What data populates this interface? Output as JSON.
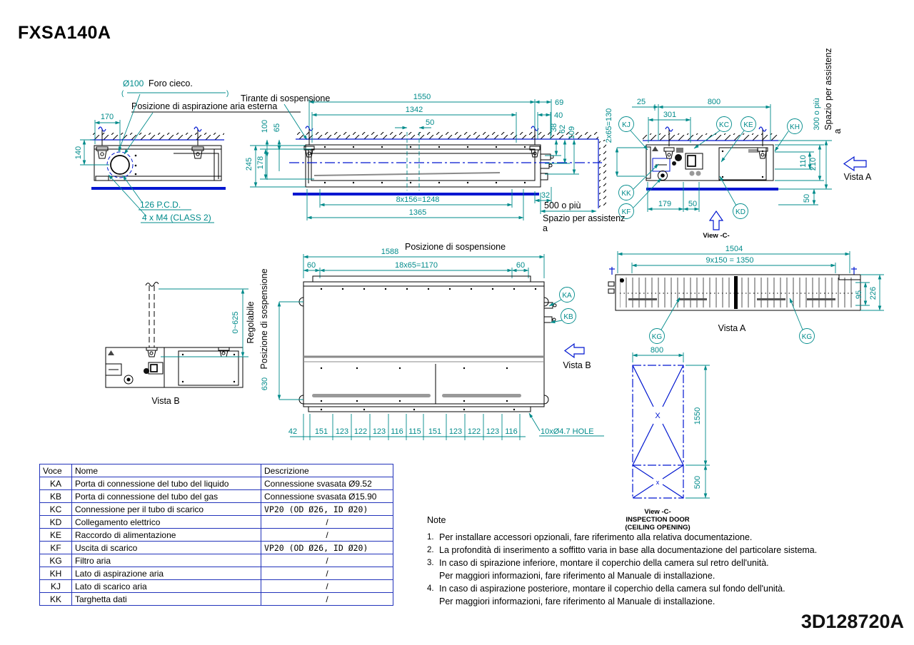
{
  "title": "FXSA140A",
  "doc_number": "3D128720A",
  "colors": {
    "dimension": "#008B8B",
    "blue": "#0016D0",
    "black": "#000000",
    "table_border": "#2233BB"
  },
  "side_view": {
    "dia": "Ø100",
    "blind": "Foro cieco.",
    "paren_l": "(",
    "paren_r": ")",
    "fresh_air": "Posizione di aspirazione aria esterna",
    "pcd": "126 P.C.D.",
    "screws": "4 x M4 (CLASS 2)",
    "d170": "170",
    "d140": "140"
  },
  "front_view": {
    "hanger": "Tirante di sospensione",
    "d1550": "1550",
    "d1342": "1342",
    "d50": "50",
    "d69": "69",
    "d40": "40",
    "d38": "38",
    "d62": "62",
    "d109": "109",
    "d100": "100",
    "d65": "65",
    "d245": "245",
    "d178": "178",
    "pitch": "8x156=1248",
    "d1365": "1365",
    "d32": "32",
    "space": "500 o più",
    "space_l1": "Spazio per assistenz",
    "space_l2": "a"
  },
  "rear_view": {
    "d25": "25",
    "d800": "800",
    "d301": "301",
    "d2x65": "2x65=130",
    "d179": "179",
    "d50": "50",
    "d110": "110",
    "d210": "210",
    "d50b": "50",
    "space": "300 o più",
    "space_l1": "Spazio per assistenz",
    "space_l2": "a",
    "kj": "KJ",
    "kc": "KC",
    "ke": "KE",
    "kh": "KH",
    "kk": "KK",
    "kf": "KF",
    "kd": "KD",
    "vista_a": "Vista A",
    "view_c": "View -C-"
  },
  "plan_view": {
    "susp_top": "Posizione di sospensione",
    "susp_left": "Posizione di sospensione",
    "d1588": "1588",
    "d60l": "60",
    "pitch": "18x65=1170",
    "d60r": "60",
    "d630": "630",
    "adj": "0~625",
    "adj_label": "Regolabile",
    "vista_b_caption": "Vista B",
    "vista_b_arrow": "Vista B",
    "ka": "KA",
    "kb": "KB",
    "hole": "10xØ4.7 HOLE",
    "bottom_dims": [
      "42",
      "151",
      "123",
      "122",
      "123",
      "116",
      "115",
      "151",
      "123",
      "122",
      "123",
      "116"
    ]
  },
  "vista_a_view": {
    "d1504": "1504",
    "pitch": "9x150 = 1350",
    "d95": "95",
    "d226": "226",
    "kg1": "KG",
    "kg2": "KG",
    "caption": "Vista A"
  },
  "inspection_view": {
    "d800": "800",
    "d1550": "1550",
    "d500": "500",
    "x_big": "X",
    "x_small": "x",
    "view_c": "View -C-",
    "line1": "INSPECTION DOOR",
    "line2": "(CEILING OPENING)"
  },
  "table": {
    "headers": [
      "Voce",
      "Nome",
      "Descrizione"
    ],
    "rows": [
      {
        "code": "KA",
        "name": "Porta di connessione del tubo del liquido",
        "desc": "Connessione svasata Ø9.52",
        "mono": false
      },
      {
        "code": "KB",
        "name": "Porta di connessione del tubo del gas",
        "desc": "Connessione svasata Ø15.90",
        "mono": false
      },
      {
        "code": "KC",
        "name": "Connessione per il tubo di scarico",
        "desc": "VP20 (OD Ø26, ID Ø20)",
        "mono": true
      },
      {
        "code": "KD",
        "name": "Collegamento elettrico",
        "desc": "/",
        "mono": false
      },
      {
        "code": "KE",
        "name": "Raccordo di alimentazione",
        "desc": "/",
        "mono": false
      },
      {
        "code": "KF",
        "name": "Uscita di scarico",
        "desc": "VP20 (OD Ø26, ID Ø20)",
        "mono": true
      },
      {
        "code": "KG",
        "name": "Filtro aria",
        "desc": "/",
        "mono": false
      },
      {
        "code": "KH",
        "name": "Lato di aspirazione aria",
        "desc": "/",
        "mono": false
      },
      {
        "code": "KJ",
        "name": "Lato di scarico aria",
        "desc": "/",
        "mono": false
      },
      {
        "code": "KK",
        "name": "Targhetta dati",
        "desc": "/",
        "mono": false
      }
    ]
  },
  "notes": {
    "title": "Note",
    "items": [
      {
        "num": "1.",
        "lines": [
          "Per installare accessori opzionali, fare riferimento alla relativa documentazione."
        ]
      },
      {
        "num": "2.",
        "lines": [
          "La profondità di inserimento a soffitto varia in base alla documentazione del particolare sistema."
        ]
      },
      {
        "num": "3.",
        "lines": [
          "In caso di spirazione inferiore, montare il coperchio della camera sul retro dell'unità.",
          "Per maggiori informazioni, fare riferimento al Manuale di installazione."
        ]
      },
      {
        "num": "4.",
        "lines": [
          "In caso di aspirazione posteriore, montare il coperchio della camera sul fondo dell'unità.",
          "Per maggiori informazioni, fare riferimento al Manuale di installazione."
        ]
      }
    ]
  }
}
